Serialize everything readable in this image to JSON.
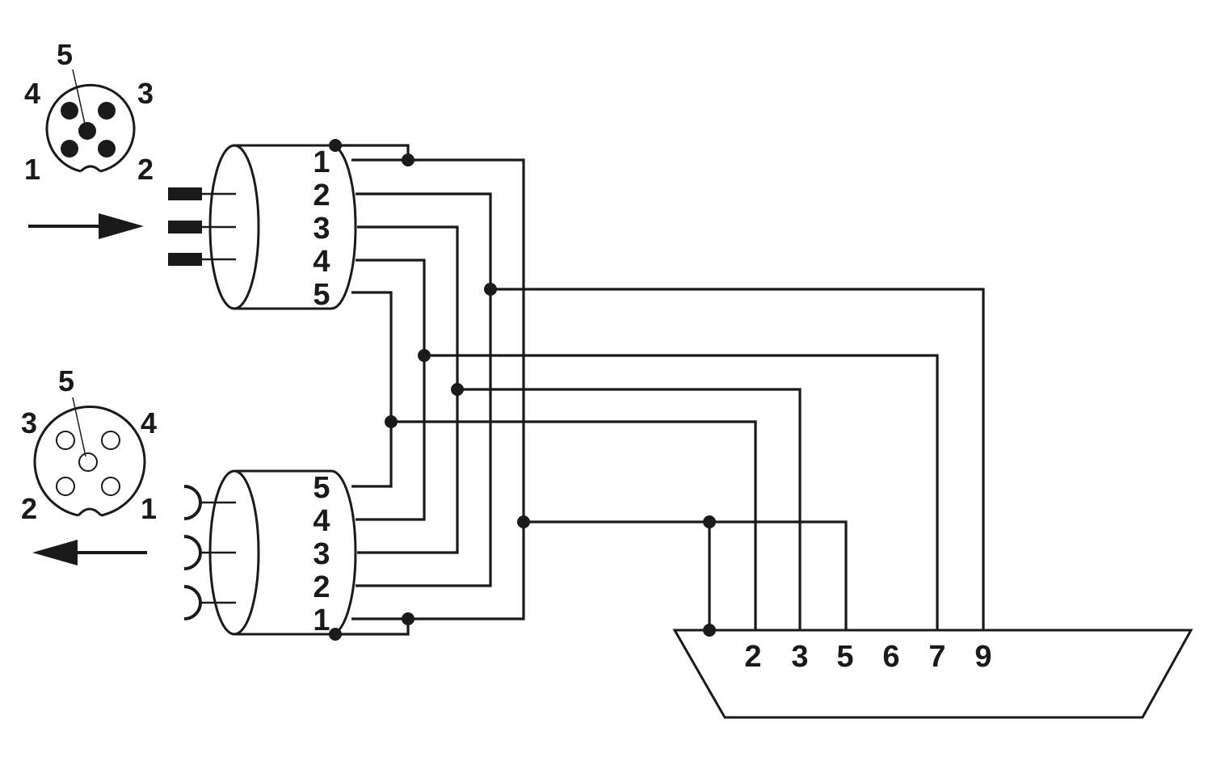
{
  "male_face": {
    "pins": [
      "5",
      "4",
      "3",
      "1",
      "2"
    ]
  },
  "female_face": {
    "pins": [
      "5",
      "3",
      "4",
      "2",
      "1"
    ]
  },
  "male_connector": {
    "pins": [
      "1",
      "2",
      "3",
      "4",
      "5"
    ]
  },
  "female_connector": {
    "pins": [
      "5",
      "4",
      "3",
      "2",
      "1"
    ]
  },
  "dsub": {
    "pins": [
      "2",
      "3",
      "5",
      "6",
      "7",
      "9"
    ]
  },
  "colors": {
    "line": "#1a1a1a",
    "background": "#ffffff"
  },
  "icons": [
    "arrow-right-icon",
    "arrow-left-icon",
    "male-pin-icon",
    "female-socket-icon"
  ]
}
